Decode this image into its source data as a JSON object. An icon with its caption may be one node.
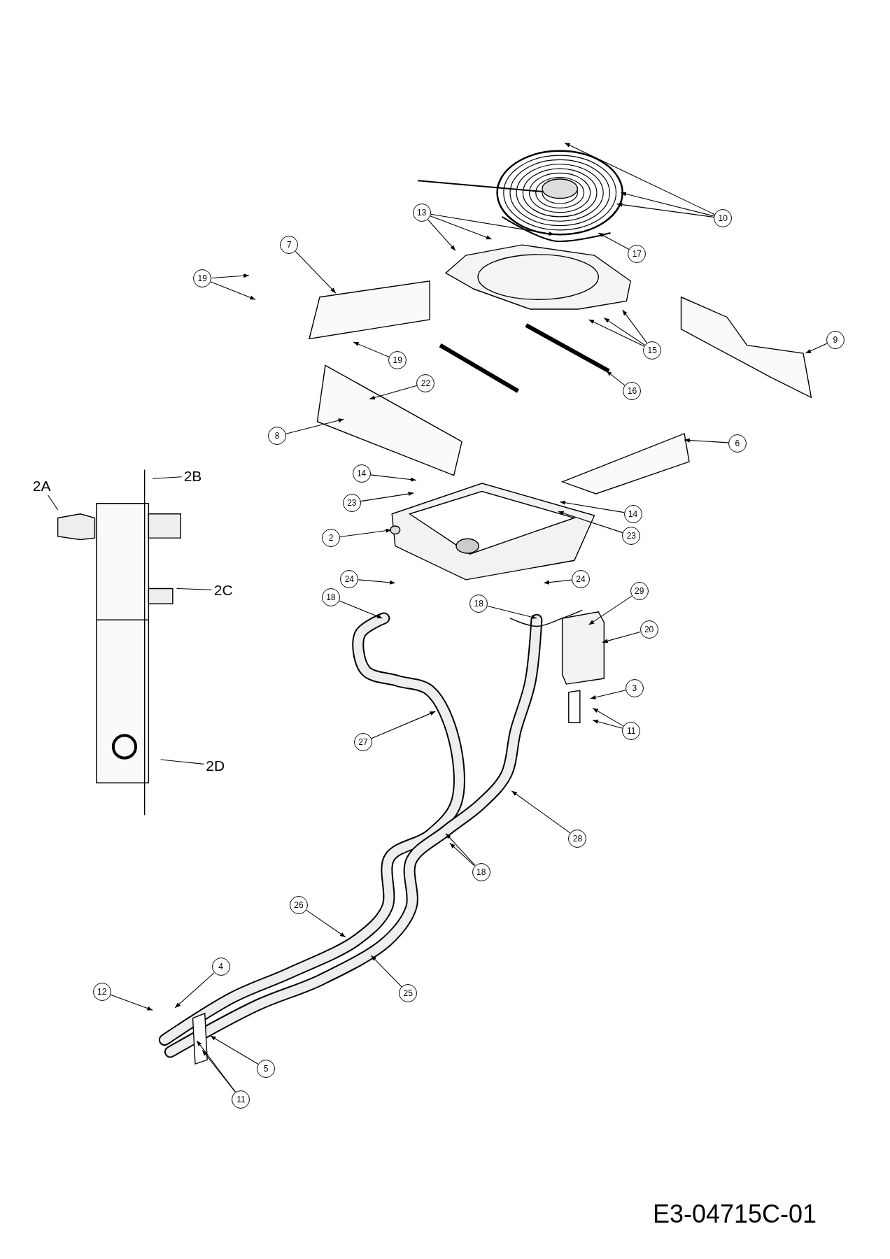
{
  "diagram": {
    "nodes": [
      {
        "text": [
          "10"
        ]
      },
      {
        "text": [
          "13"
        ]
      },
      {
        "text": [
          "17"
        ]
      },
      {
        "text": [
          "7"
        ]
      },
      {
        "text": [
          "19"
        ]
      },
      {
        "text": [
          "15"
        ]
      },
      {
        "text": [
          "9"
        ]
      },
      {
        "text": [
          "19"
        ]
      },
      {
        "text": [
          "16"
        ]
      },
      {
        "text": [
          "22"
        ]
      },
      {
        "text": [
          "6"
        ]
      },
      {
        "text": [
          "8"
        ]
      },
      {
        "text": [
          "14"
        ]
      },
      {
        "text": [
          "2B"
        ]
      },
      {
        "text": [
          "2A"
        ]
      },
      {
        "text": [
          "23"
        ]
      },
      {
        "text": [
          "14"
        ]
      },
      {
        "text": [
          "2"
        ]
      },
      {
        "text": [
          "23"
        ]
      },
      {
        "text": [
          "24"
        ]
      },
      {
        "text": [
          "24"
        ]
      },
      {
        "text": [
          "2C"
        ]
      },
      {
        "text": [
          "29"
        ]
      },
      {
        "text": [
          "18"
        ]
      },
      {
        "text": [
          "18"
        ]
      },
      {
        "text": [
          "20"
        ]
      },
      {
        "text": [
          "3"
        ]
      },
      {
        "text": [
          "11"
        ]
      },
      {
        "text": [
          "27"
        ]
      },
      {
        "text": [
          "2D"
        ]
      },
      {
        "text": [
          "28"
        ]
      },
      {
        "text": [
          "18"
        ]
      },
      {
        "text": [
          "26"
        ]
      },
      {
        "text": [
          "4"
        ]
      },
      {
        "text": [
          "25"
        ]
      },
      {
        "text": [
          "12"
        ]
      },
      {
        "text": [
          "5"
        ]
      },
      {
        "text": [
          "11"
        ]
      }
    ],
    "edges": [
      {
        "from": 0,
        "to": null,
        "arrow": "to"
      },
      {
        "from": 0,
        "to": null,
        "arrow": "to"
      },
      {
        "from": 0,
        "to": null,
        "arrow": "to"
      },
      {
        "from": 1,
        "to": null,
        "arrow": "to"
      },
      {
        "from": 1,
        "to": null,
        "arrow": "to"
      },
      {
        "from": 1,
        "to": null,
        "arrow": "to"
      },
      {
        "from": 2,
        "to": null,
        "arrow": "to"
      },
      {
        "from": 3,
        "to": null,
        "arrow": "to"
      },
      {
        "from": 4,
        "to": null,
        "arrow": "to"
      },
      {
        "from": 4,
        "to": null,
        "arrow": "to"
      },
      {
        "from": 5,
        "to": null,
        "arrow": "to"
      },
      {
        "from": 5,
        "to": null,
        "arrow": "to"
      },
      {
        "from": 5,
        "to": null,
        "arrow": "to"
      },
      {
        "from": 6,
        "to": null,
        "arrow": "to"
      },
      {
        "from": 7,
        "to": null,
        "arrow": "to"
      },
      {
        "from": 8,
        "to": null,
        "arrow": "to"
      },
      {
        "from": 9,
        "to": null,
        "arrow": "to"
      },
      {
        "from": 10,
        "to": null,
        "arrow": "to"
      },
      {
        "from": 11,
        "to": null,
        "arrow": "to"
      },
      {
        "from": 12,
        "to": null,
        "arrow": "to"
      },
      {
        "from": 13,
        "to": null,
        "arrow": "none"
      },
      {
        "from": 14,
        "to": null,
        "arrow": "none"
      },
      {
        "from": 15,
        "to": null,
        "arrow": "to"
      },
      {
        "from": 16,
        "to": null,
        "arrow": "to"
      },
      {
        "from": 17,
        "to": null,
        "arrow": "to"
      },
      {
        "from": 18,
        "to": null,
        "arrow": "to"
      },
      {
        "from": 19,
        "to": null,
        "arrow": "to"
      },
      {
        "from": 20,
        "to": null,
        "arrow": "to"
      },
      {
        "from": 21,
        "to": null,
        "arrow": "none"
      },
      {
        "from": 22,
        "to": null,
        "arrow": "to"
      },
      {
        "from": 23,
        "to": null,
        "arrow": "to"
      },
      {
        "from": 24,
        "to": null,
        "arrow": "to"
      },
      {
        "from": 25,
        "to": null,
        "arrow": "to"
      },
      {
        "from": 26,
        "to": null,
        "arrow": "to"
      },
      {
        "from": 27,
        "to": null,
        "arrow": "to"
      },
      {
        "from": 27,
        "to": null,
        "arrow": "to"
      },
      {
        "from": 28,
        "to": null,
        "arrow": "to"
      },
      {
        "from": 29,
        "to": null,
        "arrow": "none"
      },
      {
        "from": 30,
        "to": null,
        "arrow": "to"
      },
      {
        "from": 31,
        "to": null,
        "arrow": "to"
      },
      {
        "from": 31,
        "to": null,
        "arrow": "to"
      },
      {
        "from": 32,
        "to": null,
        "arrow": "to"
      },
      {
        "from": 33,
        "to": null,
        "arrow": "to"
      },
      {
        "from": 34,
        "to": null,
        "arrow": "to"
      },
      {
        "from": 35,
        "to": null,
        "arrow": "to"
      },
      {
        "from": 36,
        "to": null,
        "arrow": "to"
      },
      {
        "from": 37,
        "to": null,
        "arrow": "to"
      },
      {
        "from": 37,
        "to": null,
        "arrow": "to"
      }
    ],
    "labels": [
      "E3-04715C-01"
    ]
  }
}
